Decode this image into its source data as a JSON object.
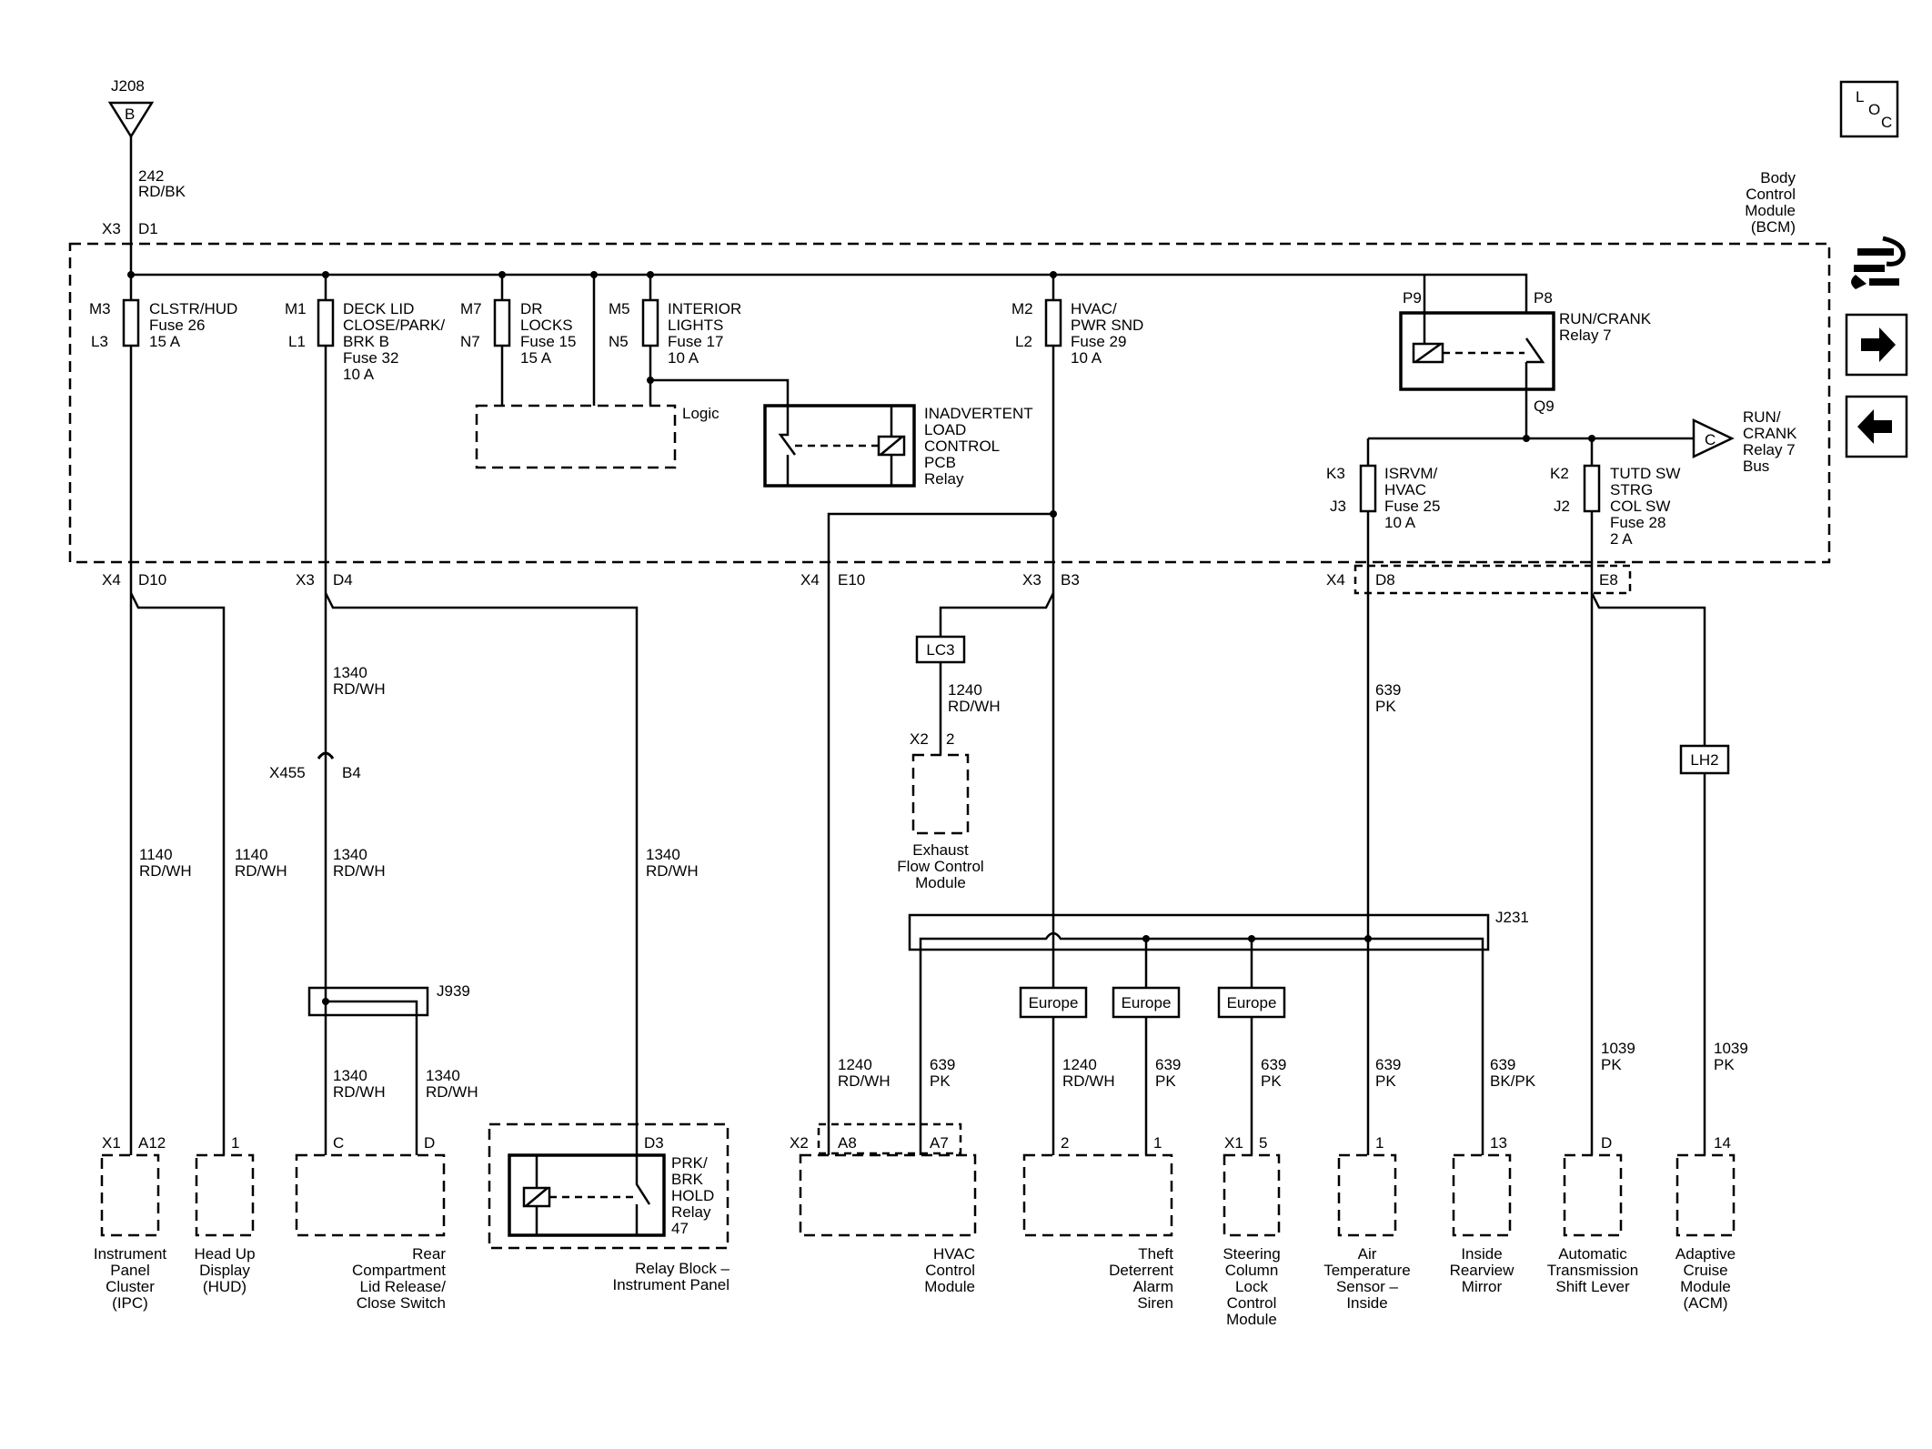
{
  "top_connector": {
    "id": "J208",
    "letter": "B",
    "wire_num": "242",
    "wire_color": "RD/BK",
    "pin_conn": "X3",
    "pin": "D1"
  },
  "bcm": {
    "label": [
      "Body",
      "Control",
      "Module",
      "(BCM)"
    ]
  },
  "loc_icon": {
    "l": "L",
    "o": "O",
    "c": "C"
  },
  "fuses": [
    {
      "id": "clstr",
      "in": "M3",
      "out": "L3",
      "lines": [
        "CLSTR/HUD",
        "Fuse 26",
        "15 A"
      ]
    },
    {
      "id": "decklid",
      "in": "M1",
      "out": "L1",
      "lines": [
        "DECK LID",
        "CLOSE/PARK/",
        "BRK B",
        "Fuse 32",
        "10 A"
      ]
    },
    {
      "id": "drlocks",
      "in": "M7",
      "out": "N7",
      "lines": [
        "DR",
        "LOCKS",
        "Fuse 15",
        "15 A"
      ]
    },
    {
      "id": "interior",
      "in": "M5",
      "out": "N5",
      "lines": [
        "INTERIOR",
        "LIGHTS",
        "Fuse 17",
        "10 A"
      ]
    },
    {
      "id": "hvac",
      "in": "M2",
      "out": "L2",
      "lines": [
        "HVAC/",
        "PWR SND",
        "Fuse 29",
        "10 A"
      ]
    },
    {
      "id": "isrvm",
      "in": "K3",
      "out": "J3",
      "lines": [
        "ISRVM/",
        "HVAC",
        "Fuse 25",
        "10 A"
      ]
    },
    {
      "id": "tutd",
      "in": "K2",
      "out": "J2",
      "lines": [
        "TUTD SW",
        "STRG",
        "COL SW",
        "Fuse 28",
        "2 A"
      ]
    }
  ],
  "logic_label": "Logic",
  "inadvertent": [
    "INADVERTENT",
    "LOAD",
    "CONTROL",
    "PCB",
    "Relay"
  ],
  "runcrank": {
    "p9": "P9",
    "p8": "P8",
    "q9": "Q9",
    "lines": [
      "RUN/CRANK",
      "Relay 7"
    ]
  },
  "bus": {
    "letter": "C",
    "lines": [
      "RUN/",
      "CRANK",
      "Relay 7",
      "Bus"
    ]
  },
  "bcm_pins": [
    {
      "conn": "X4",
      "pin": "D10"
    },
    {
      "conn": "X3",
      "pin": "D4"
    },
    {
      "conn": "X4",
      "pin": "E10"
    },
    {
      "conn": "X3",
      "pin": "B3"
    },
    {
      "conn": "X4",
      "pin": "D8"
    },
    {
      "pin": "E8"
    }
  ],
  "wires": {
    "w1140a": [
      "1140",
      "RD/WH"
    ],
    "w1140b": [
      "1140",
      "RD/WH"
    ],
    "w1340a": [
      "1340",
      "RD/WH"
    ],
    "w1340b": [
      "1340",
      "RD/WH"
    ],
    "w1340c": [
      "1340",
      "RD/WH"
    ],
    "w1340d": [
      "1340",
      "RD/WH"
    ],
    "w1340e": [
      "1340",
      "RD/WH"
    ],
    "w1240a": [
      "1240",
      "RD/WH"
    ],
    "w1240b": [
      "1240",
      "RD/WH"
    ],
    "w1240c": [
      "1240",
      "RD/WH"
    ],
    "w639a": [
      "639",
      "PK"
    ],
    "w639b": [
      "639",
      "PK"
    ],
    "w639c": [
      "639",
      "PK"
    ],
    "w639d": [
      "639",
      "PK"
    ],
    "w639e": [
      "639",
      "PK"
    ],
    "w639f": [
      "639",
      "BK/PK"
    ],
    "w1039a": [
      "1039",
      "PK"
    ],
    "w1039b": [
      "1039",
      "PK"
    ]
  },
  "lc3": "LC3",
  "lh2": "LH2",
  "x455": {
    "conn": "X455",
    "pin": "B4"
  },
  "j939": "J939",
  "j231": "J231",
  "europe": "Europe",
  "exhaust": {
    "conn": "X2",
    "pin": "2",
    "lines": [
      "Exhaust",
      "Flow Control",
      "Module"
    ]
  },
  "relay_block": {
    "pin": "D3",
    "lines": [
      "PRK/",
      "BRK",
      "HOLD",
      "Relay",
      "47"
    ],
    "name": [
      "Relay Block –",
      "Instrument Panel"
    ]
  },
  "components": [
    {
      "id": "ipc",
      "conn": "X1",
      "pins": [
        "A12"
      ],
      "lines": [
        "Instrument",
        "Panel",
        "Cluster",
        "(IPC)"
      ]
    },
    {
      "id": "hud",
      "pins": [
        "1"
      ],
      "lines": [
        "Head Up",
        "Display",
        "(HUD)"
      ]
    },
    {
      "id": "rear",
      "pins": [
        "C",
        "D"
      ],
      "lines": [
        "Rear",
        "Compartment",
        "Lid Release/",
        "Close Switch"
      ]
    },
    {
      "id": "hvacmod",
      "conn": "X2",
      "pins": [
        "A8",
        "A7"
      ],
      "lines": [
        "HVAC",
        "Control",
        "Module"
      ]
    },
    {
      "id": "theft",
      "pins": [
        "2",
        "1"
      ],
      "lines": [
        "Theft",
        "Deterrent",
        "Alarm",
        "Siren"
      ]
    },
    {
      "id": "steer",
      "conn": "X1",
      "pins": [
        "5"
      ],
      "lines": [
        "Steering",
        "Column",
        "Lock",
        "Control",
        "Module"
      ]
    },
    {
      "id": "airtemp",
      "pins": [
        "1"
      ],
      "lines": [
        "Air",
        "Temperature",
        "Sensor –",
        "Inside"
      ]
    },
    {
      "id": "mirror",
      "pins": [
        "13"
      ],
      "lines": [
        "Inside",
        "Rearview",
        "Mirror"
      ]
    },
    {
      "id": "shift",
      "pins": [
        "D"
      ],
      "lines": [
        "Automatic",
        "Transmission",
        "Shift Lever"
      ]
    },
    {
      "id": "acm",
      "pins": [
        "14"
      ],
      "lines": [
        "Adaptive",
        "Cruise",
        "Module",
        "(ACM)"
      ]
    }
  ]
}
